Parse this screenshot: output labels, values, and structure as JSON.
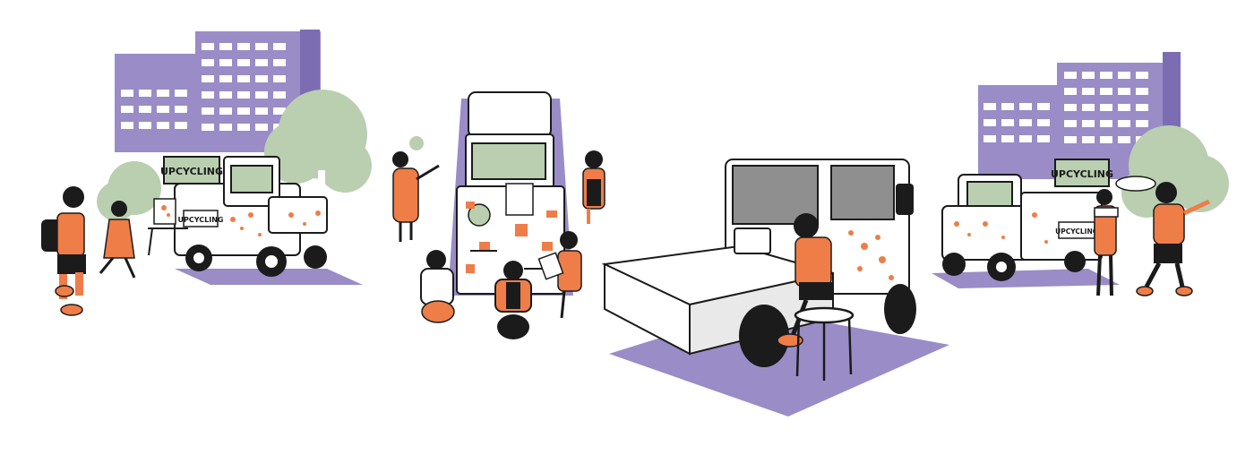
{
  "signs": {
    "scene1_board": "UPCYCLING",
    "scene1_truck": "UPCYCLING",
    "scene4_board": "UPCYCLING",
    "scene4_truck": "UPCYCLING"
  },
  "colors": {
    "orange": "#ee7d48",
    "purple": "#9a8cc6",
    "green": "#b9cfb0",
    "ink": "#1b1b1b",
    "gray": "#8f8f8f"
  }
}
